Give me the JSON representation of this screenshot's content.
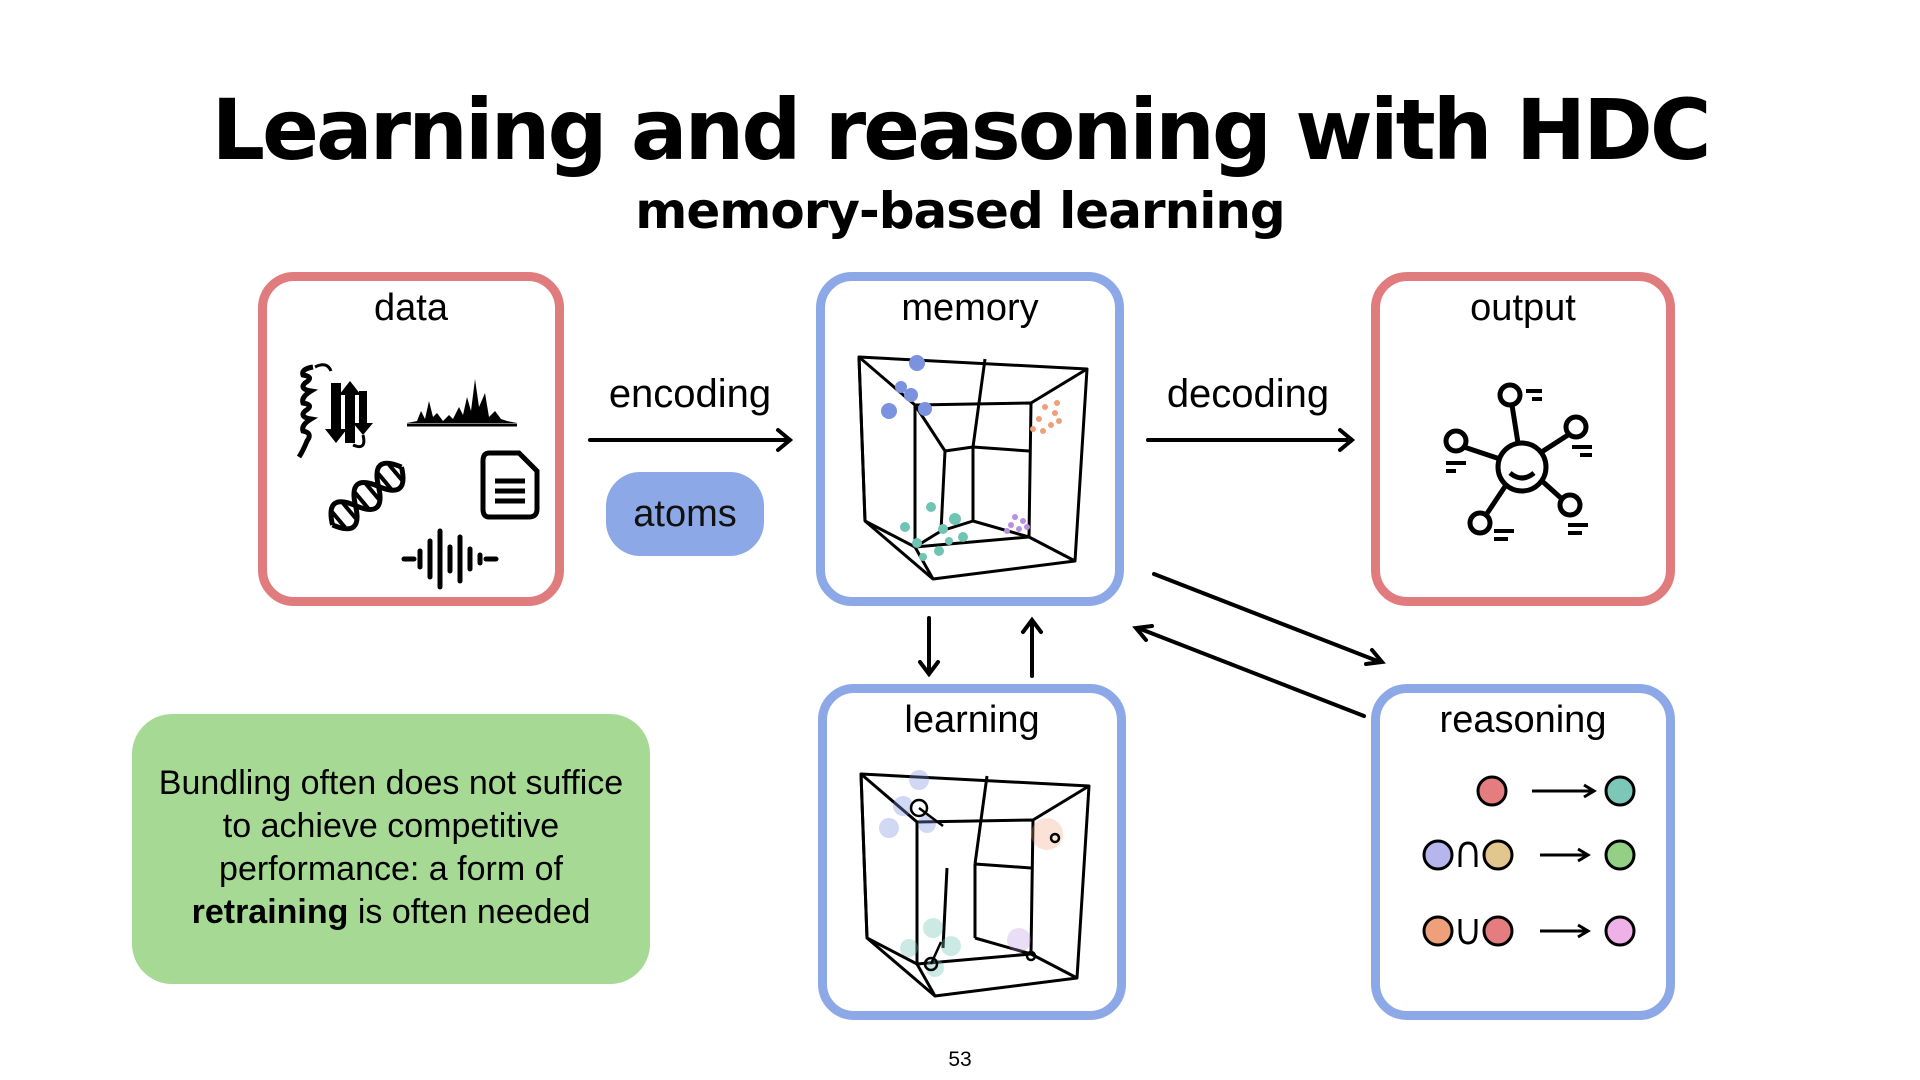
{
  "slide": {
    "title": "Learning and reasoning with HDC",
    "subtitle": "memory-based learning",
    "page_number": "53"
  },
  "boxes": {
    "data": {
      "label": "data",
      "color": "#e07c7e"
    },
    "memory": {
      "label": "memory",
      "color": "#8ca8e6"
    },
    "output": {
      "label": "output",
      "color": "#e07c7e"
    },
    "learning": {
      "label": "learning",
      "color": "#8ca8e6"
    },
    "reasoning": {
      "label": "reasoning",
      "color": "#8ca8e6"
    }
  },
  "flow": {
    "encoding_label": "encoding",
    "decoding_label": "decoding",
    "atoms_label": "atoms"
  },
  "note": {
    "line1": "Bundling often does not suffice",
    "line2": "to achieve competitive",
    "line3": "performance: a form of",
    "bold_word": "retraining",
    "line4_rest": " is often needed",
    "color": "#a6da94"
  },
  "reasoning_rules": [
    {
      "inputs": [
        "#e57c80"
      ],
      "operator": "",
      "output": "#7cc7b8"
    },
    {
      "inputs": [
        "#b7b5ee",
        "#e3c58e"
      ],
      "operator": "∩",
      "output": "#93cf85"
    },
    {
      "inputs": [
        "#eea07a",
        "#e57c80"
      ],
      "operator": "∪",
      "output": "#efb2e8"
    }
  ],
  "icons": [
    "protein-icon",
    "spectrum-icon",
    "dna-icon",
    "document-icon",
    "waveform-icon",
    "network-hub-icon"
  ]
}
